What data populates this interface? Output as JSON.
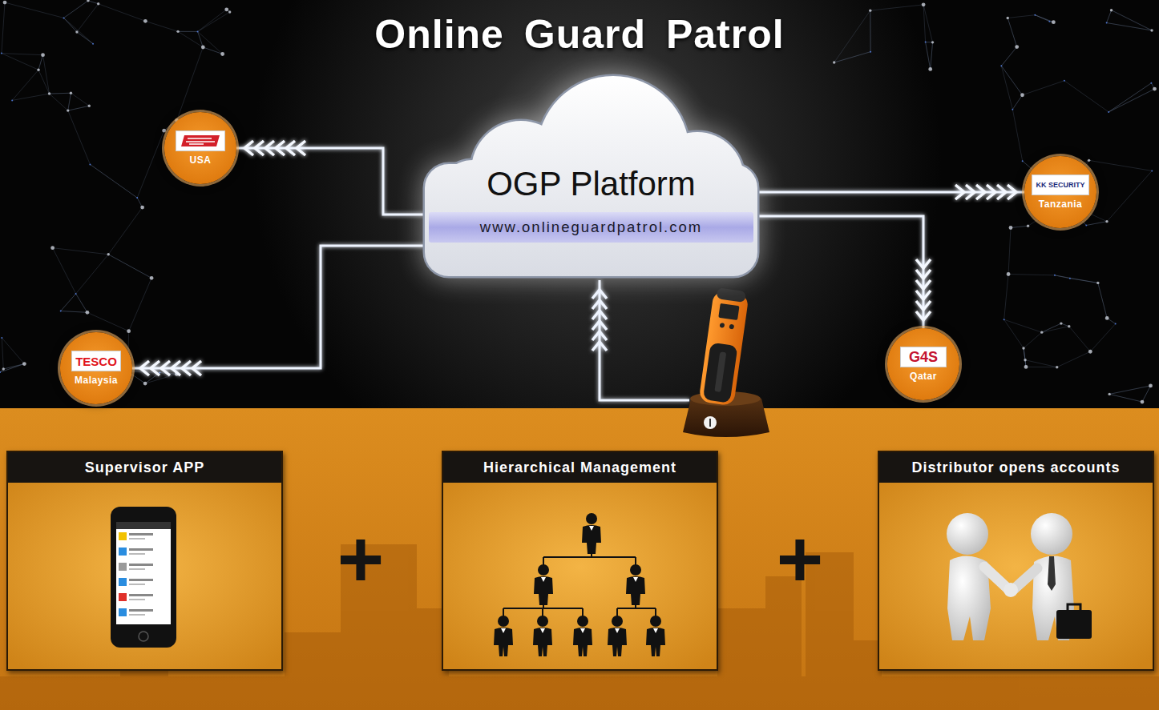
{
  "diagram": {
    "title": "Online Guard Patrol",
    "nodes": [
      {
        "text": [
          "OGP Platform",
          "www.onlineguardpatrol.com"
        ]
      },
      {
        "text": [
          "USA"
        ]
      },
      {
        "text": [
          "KK SECURITY",
          "Tanzania"
        ]
      },
      {
        "text": [
          "G4S",
          "Qatar"
        ]
      },
      {
        "text": [
          "TESCO",
          "Malaysia"
        ]
      },
      {
        "text": [
          "Supervisor APP"
        ]
      },
      {
        "text": [
          "Hierarchical Management"
        ]
      },
      {
        "text": [
          "Distributor opens accounts"
        ]
      }
    ],
    "edges": [
      {
        "from": 0,
        "to": 1,
        "arrow": "to"
      },
      {
        "from": 0,
        "to": 2,
        "arrow": "to"
      },
      {
        "from": 0,
        "to": 3,
        "arrow": "to"
      },
      {
        "from": 0,
        "to": 4,
        "arrow": "to"
      }
    ],
    "labels": [
      "+",
      "+"
    ]
  }
}
